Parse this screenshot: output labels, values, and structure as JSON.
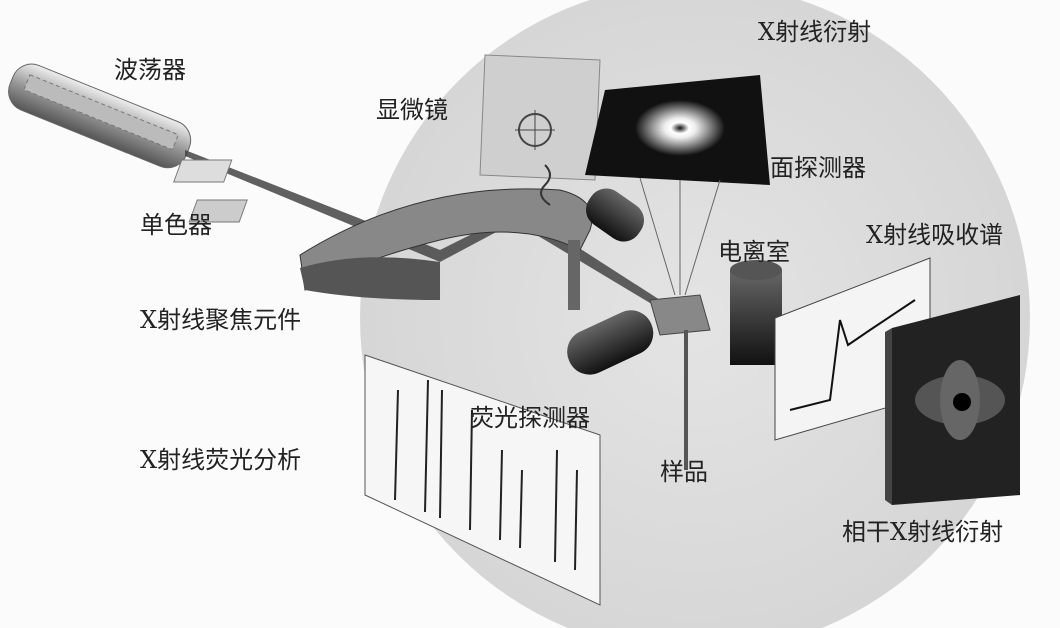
{
  "labels": {
    "undulator": "波荡器",
    "microscope": "显微镜",
    "xrd": "X射线衍射",
    "area_detector": "面探测器",
    "monochromator": "单色器",
    "ion_chamber": "电离室",
    "xas": "X射线吸收谱",
    "focusing_optics": "X射线聚焦元件",
    "fluorescence_detector": "荧光探测器",
    "xrf": "X射线荧光分析",
    "sample": "样品",
    "cxdi": "相干X射线衍射"
  }
}
